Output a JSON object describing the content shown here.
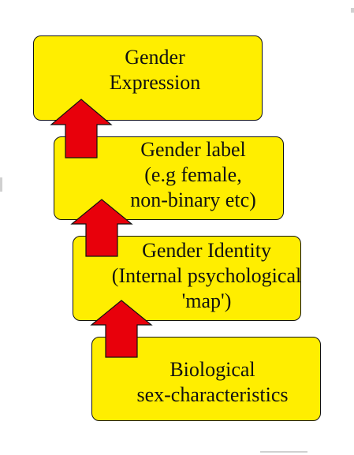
{
  "diagram": {
    "boxes": [
      {
        "id": "expression",
        "lines": [
          "Gender",
          "Expression"
        ]
      },
      {
        "id": "label",
        "lines": [
          "Gender label",
          "(e.g female,",
          "non-binary etc)"
        ]
      },
      {
        "id": "identity",
        "lines": [
          "Gender Identity",
          "(Internal psychological",
          "'map')"
        ]
      },
      {
        "id": "biological",
        "lines": [
          "Biological",
          "sex-characteristics"
        ]
      }
    ],
    "colors": {
      "box_fill": "#ffee00",
      "box_border": "#111111",
      "arrow_fill": "#e8000b",
      "arrow_outline": "#111111",
      "text": "#111111"
    }
  }
}
